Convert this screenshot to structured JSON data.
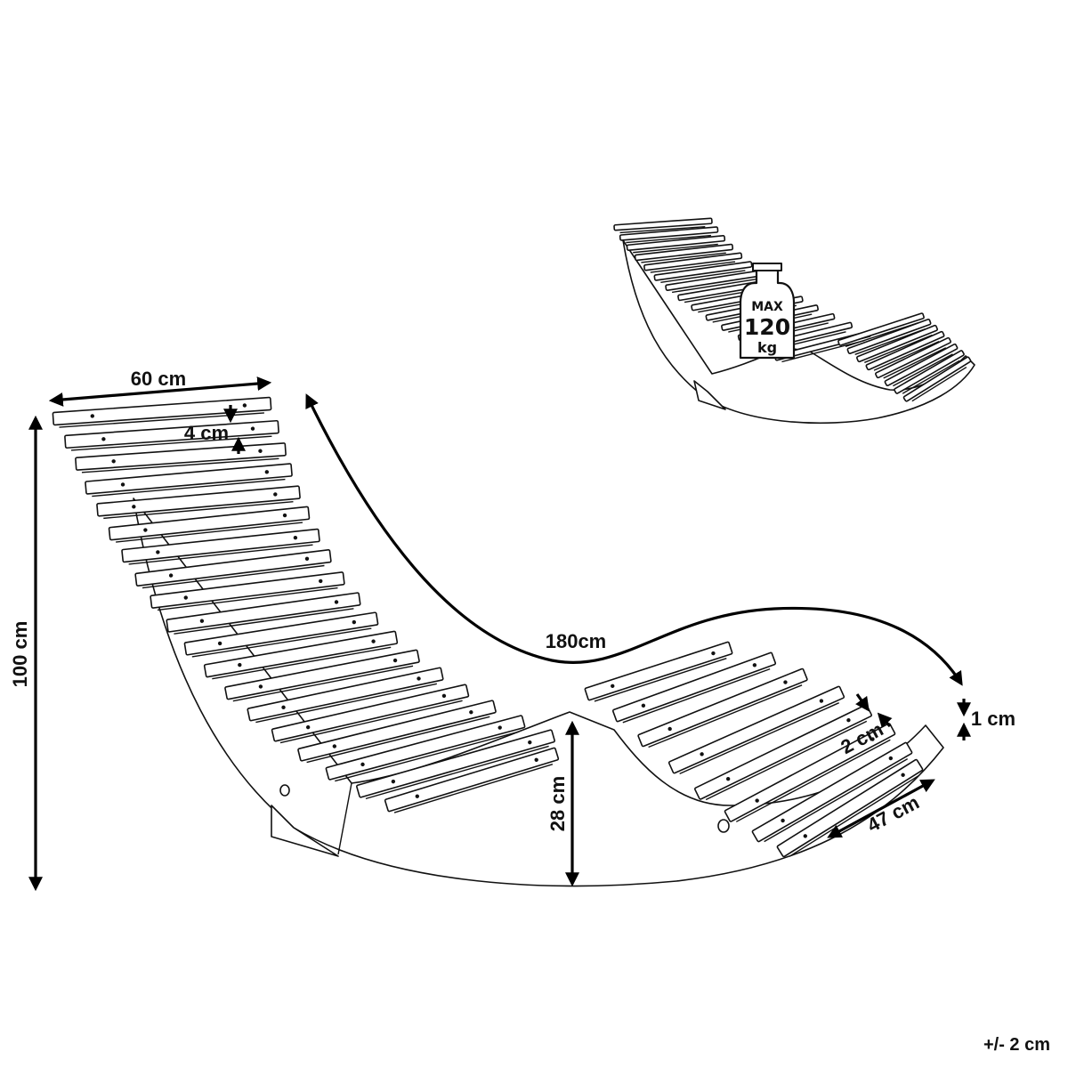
{
  "dimensions": {
    "width": "60 cm",
    "slat_width": "4 cm",
    "height": "100 cm",
    "length": "180cm",
    "seat_height": "28 cm",
    "slat_gap": "2 cm",
    "slat_thickness": "1 cm",
    "seat_width": "47 cm"
  },
  "weight_badge": {
    "line1": "MAX",
    "line2": "120",
    "line3": "kg"
  },
  "tolerance": "+/- 2 cm",
  "colors": {
    "line": "#111111",
    "background": "#ffffff"
  },
  "icons": [
    "weight-icon",
    "sun-lounger-drawing",
    "sun-lounger-thumbnail"
  ]
}
